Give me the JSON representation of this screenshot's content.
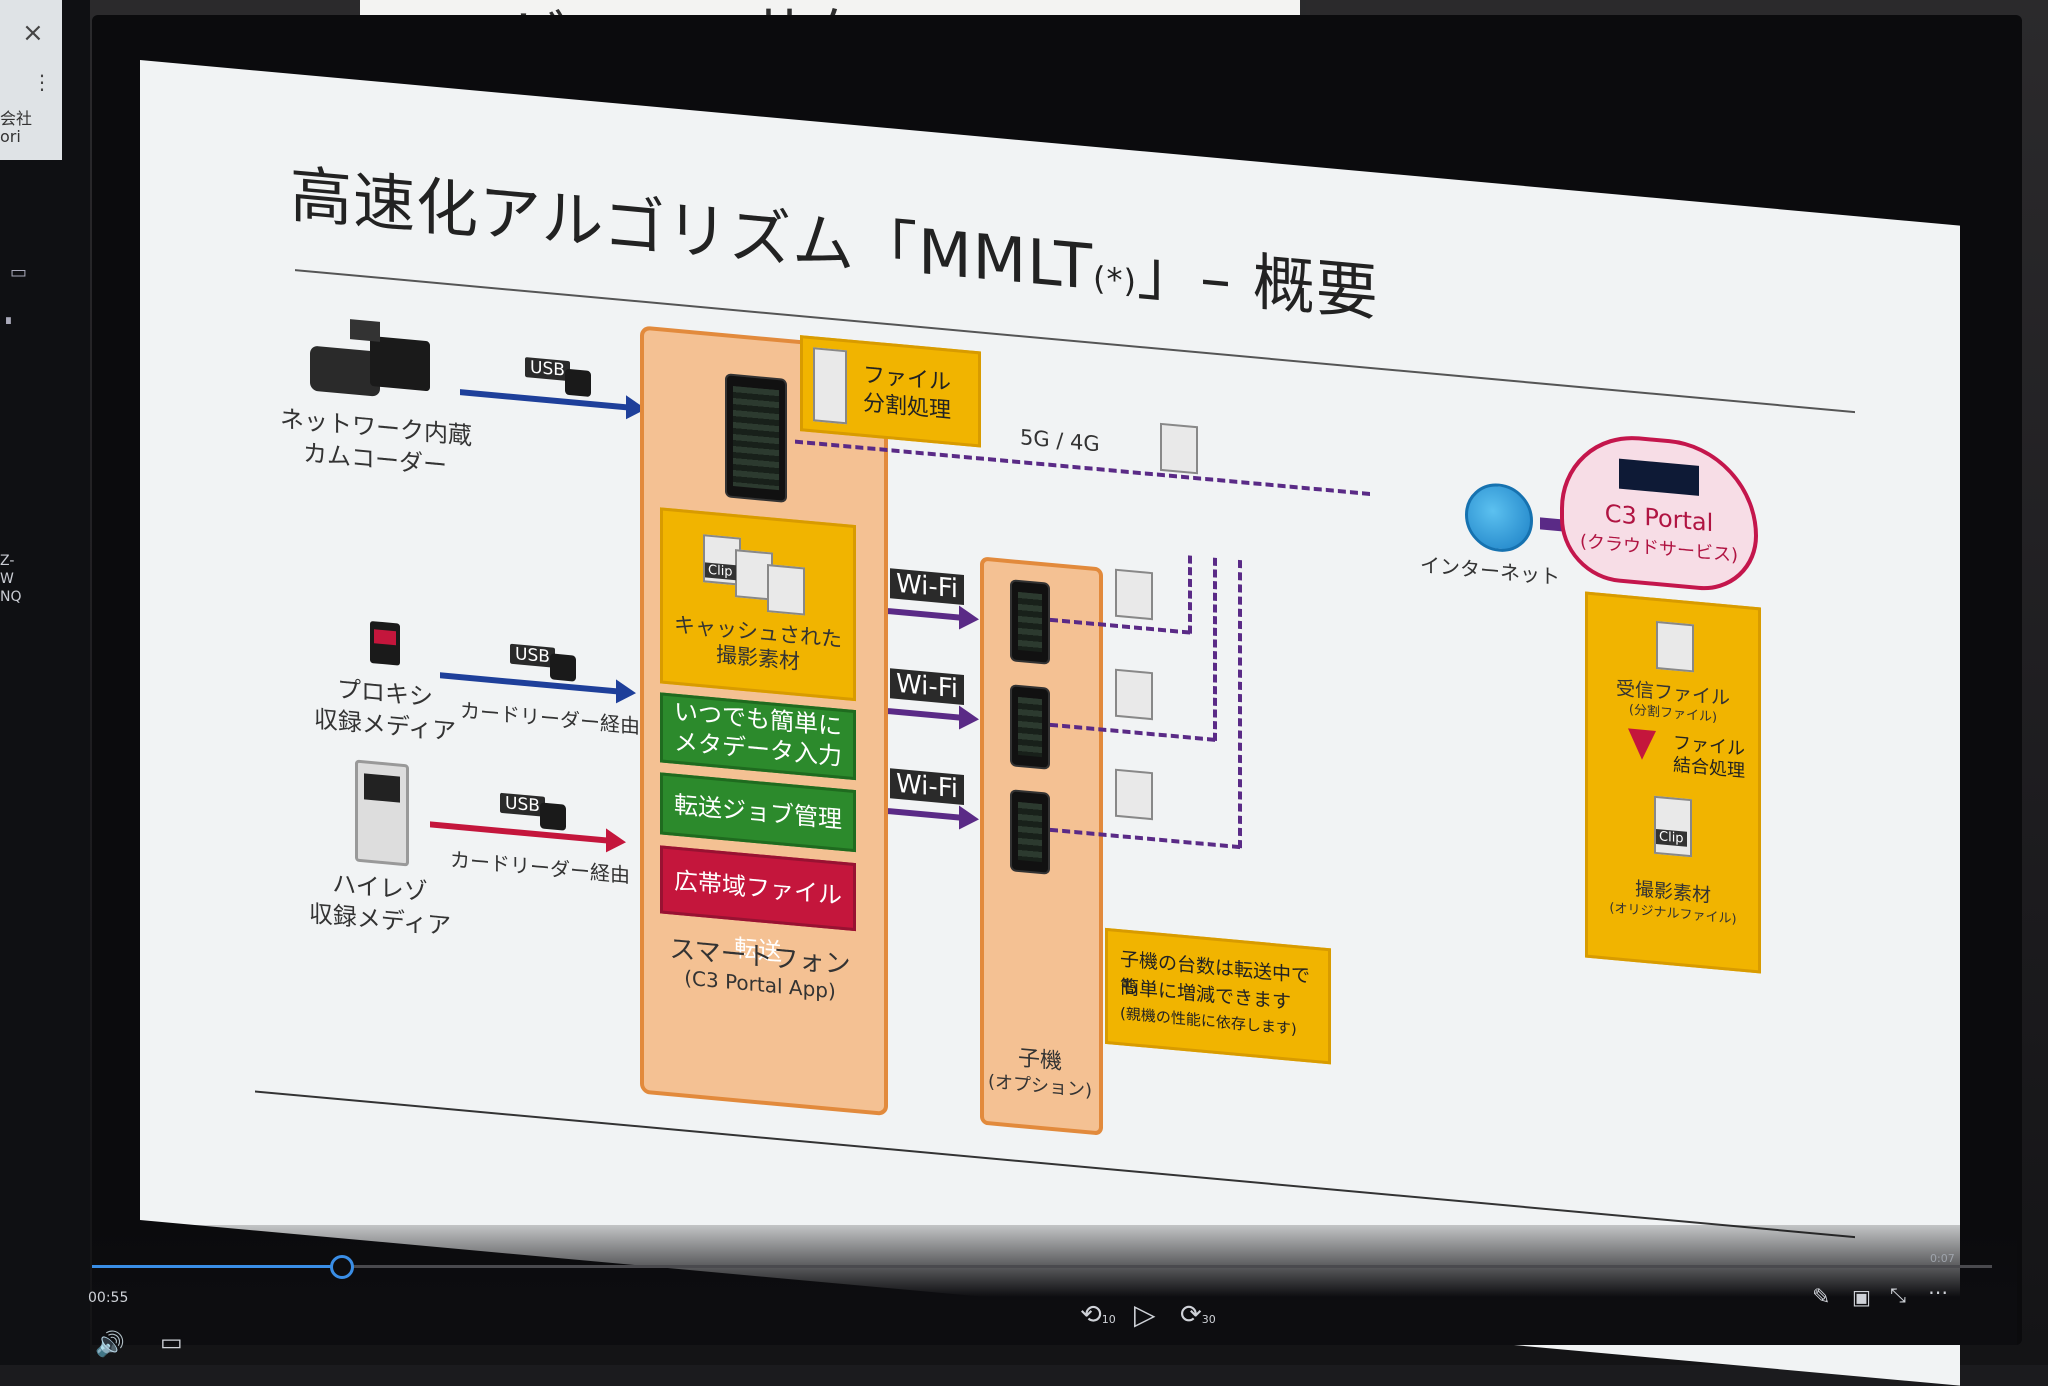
{
  "left_monitor": {
    "close_label": "×",
    "menu_label": "⋮",
    "company_text": "会社\nori",
    "model_text": "Z-\nW\nNQ"
  },
  "top_screen": {
    "title": "ビュー・共有フロー"
  },
  "slide": {
    "title": "高速化アルゴリズム「MMLT",
    "title_suffix_small": "(*)",
    "title_end": "」– 概要",
    "devices": {
      "camcorder": "ネットワーク内蔵\nカムコーダー",
      "proxy_media": "プロキシ\n収録メディア",
      "hires_media": "ハイレゾ\n収録メディア"
    },
    "usb_label": "USB",
    "card_reader_label": "カードリーダー経由",
    "file_split": "ファイル\n分割処理",
    "cached_material": "キャッシュされた\n撮影素材",
    "clip_label": "Clip",
    "features": {
      "metadata": "いつでも簡単に\nメタデータ入力",
      "job_management": "転送ジョブ管理",
      "broadband": "広帯域ファイル転送"
    },
    "smartphone_name": "スマートフォン",
    "smartphone_app": "(C3 Portal App)",
    "wifi_label": "Wi-Fi",
    "child_device": "子機",
    "child_option": "(オプション)",
    "child_note_line1": "子機の台数は転送中でも",
    "child_note_line2": "簡単に増減できます",
    "child_note_line3": "(親機の性能に依存します)",
    "network_label": "5G / 4G",
    "internet_label": "インターネット",
    "cloud_name": "C3 Portal",
    "cloud_sub": "(クラウドサービス)",
    "received_files": "受信ファイル",
    "received_files_sub": "(分割ファイル)",
    "file_join": "ファイル\n結合処理",
    "shot_material": "撮影素材",
    "shot_material_sub": "(オリジナルファイル)"
  },
  "player": {
    "current_time": "00:55",
    "total_time": "0:07",
    "progress": 0.13,
    "rewind_label": "10",
    "forward_label": "30"
  }
}
